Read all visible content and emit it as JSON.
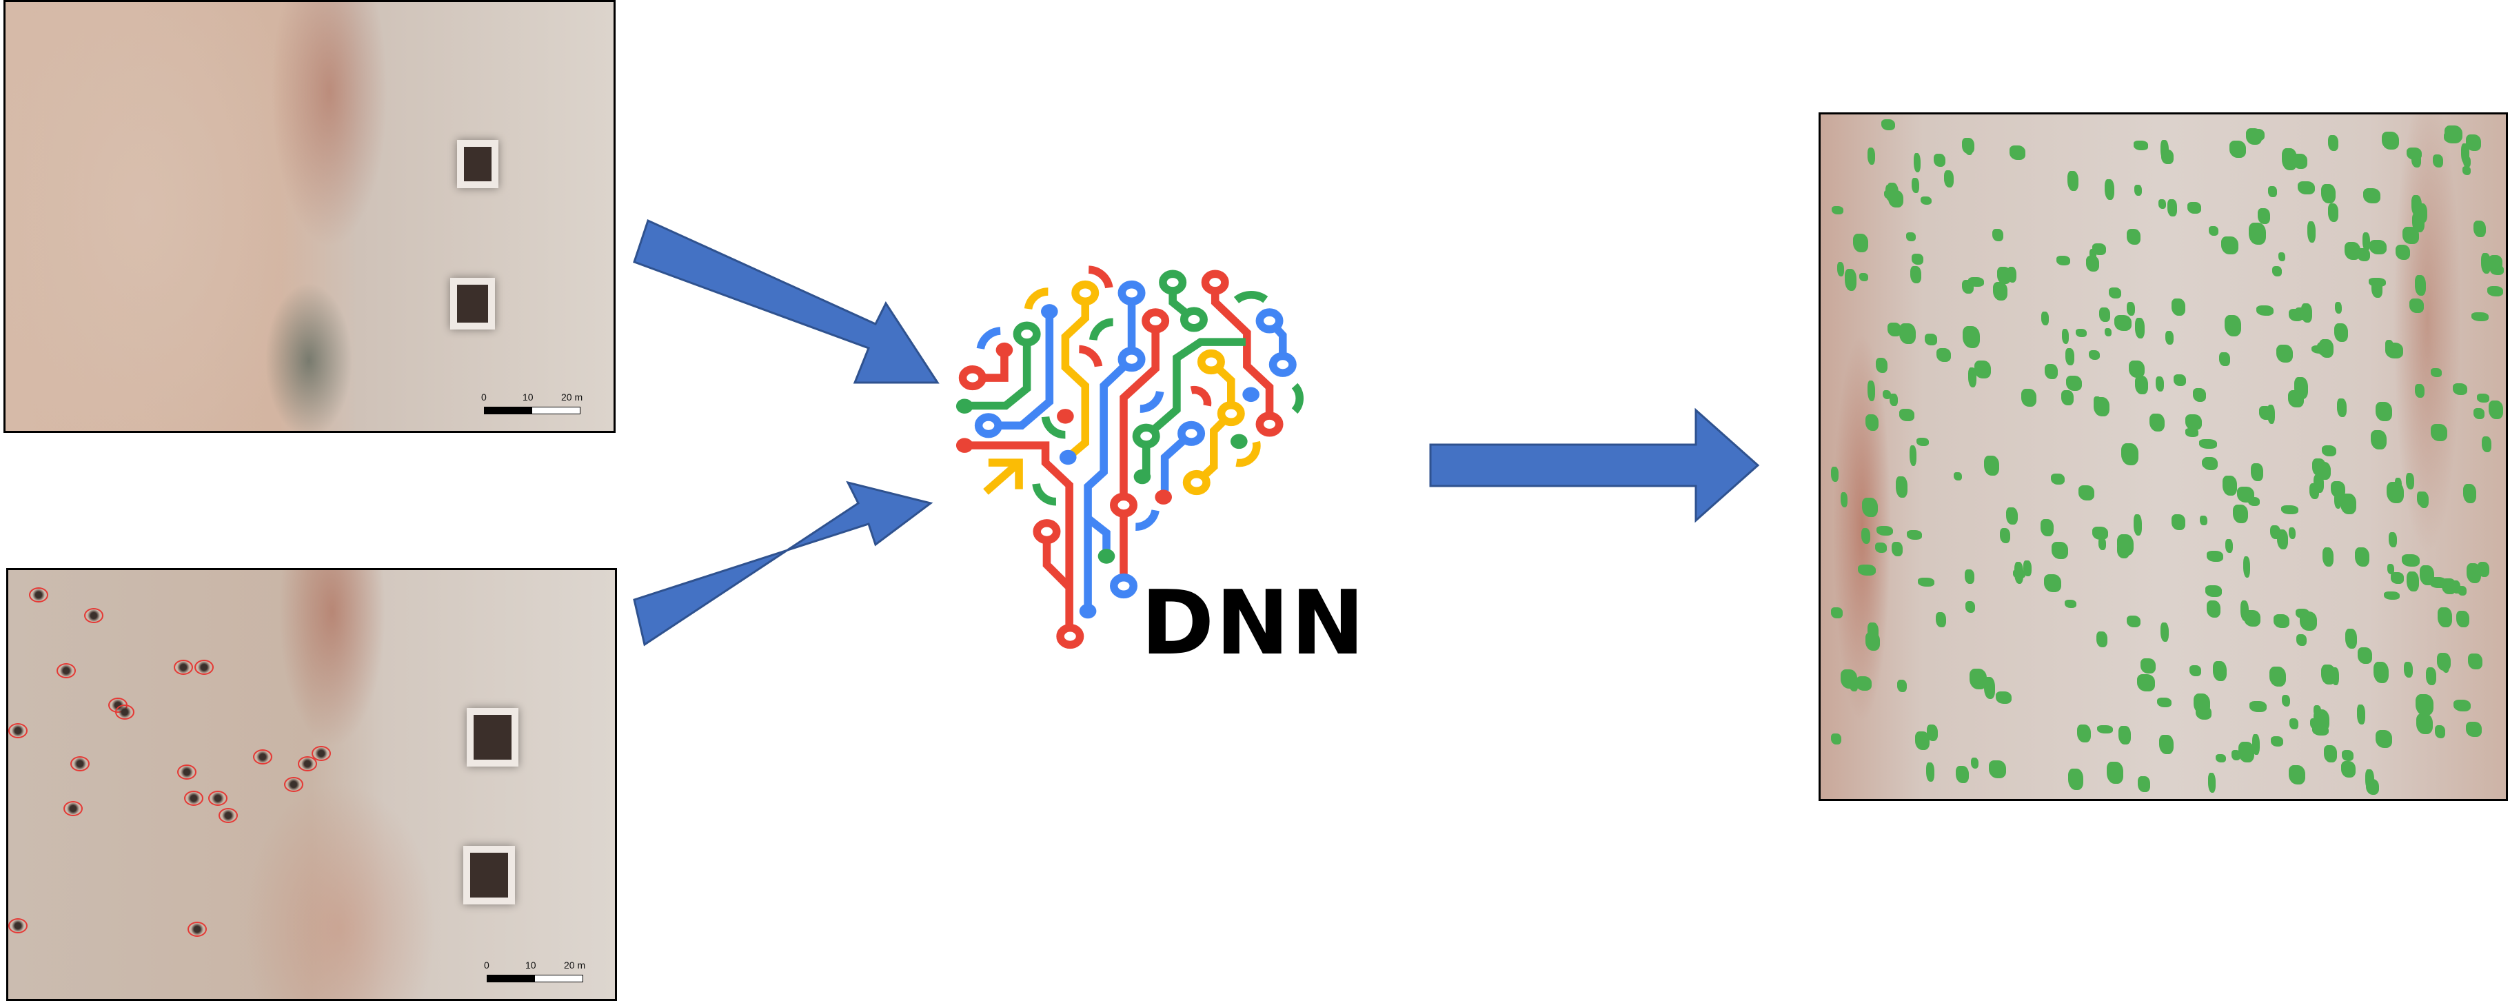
{
  "inputs": {
    "satellite_image": {
      "scale_labels": [
        "0",
        "10",
        "20 m"
      ]
    },
    "annotated_image": {
      "scale_labels": [
        "0",
        "10",
        "20 m"
      ]
    }
  },
  "model": {
    "label": "DNN"
  },
  "colors": {
    "arrow": "#4472c4",
    "annotation": "#e53935",
    "prediction": "#4caf50",
    "red": "#ea4335",
    "blue": "#4285f4",
    "yellow": "#fbbc05",
    "green": "#34a853"
  }
}
